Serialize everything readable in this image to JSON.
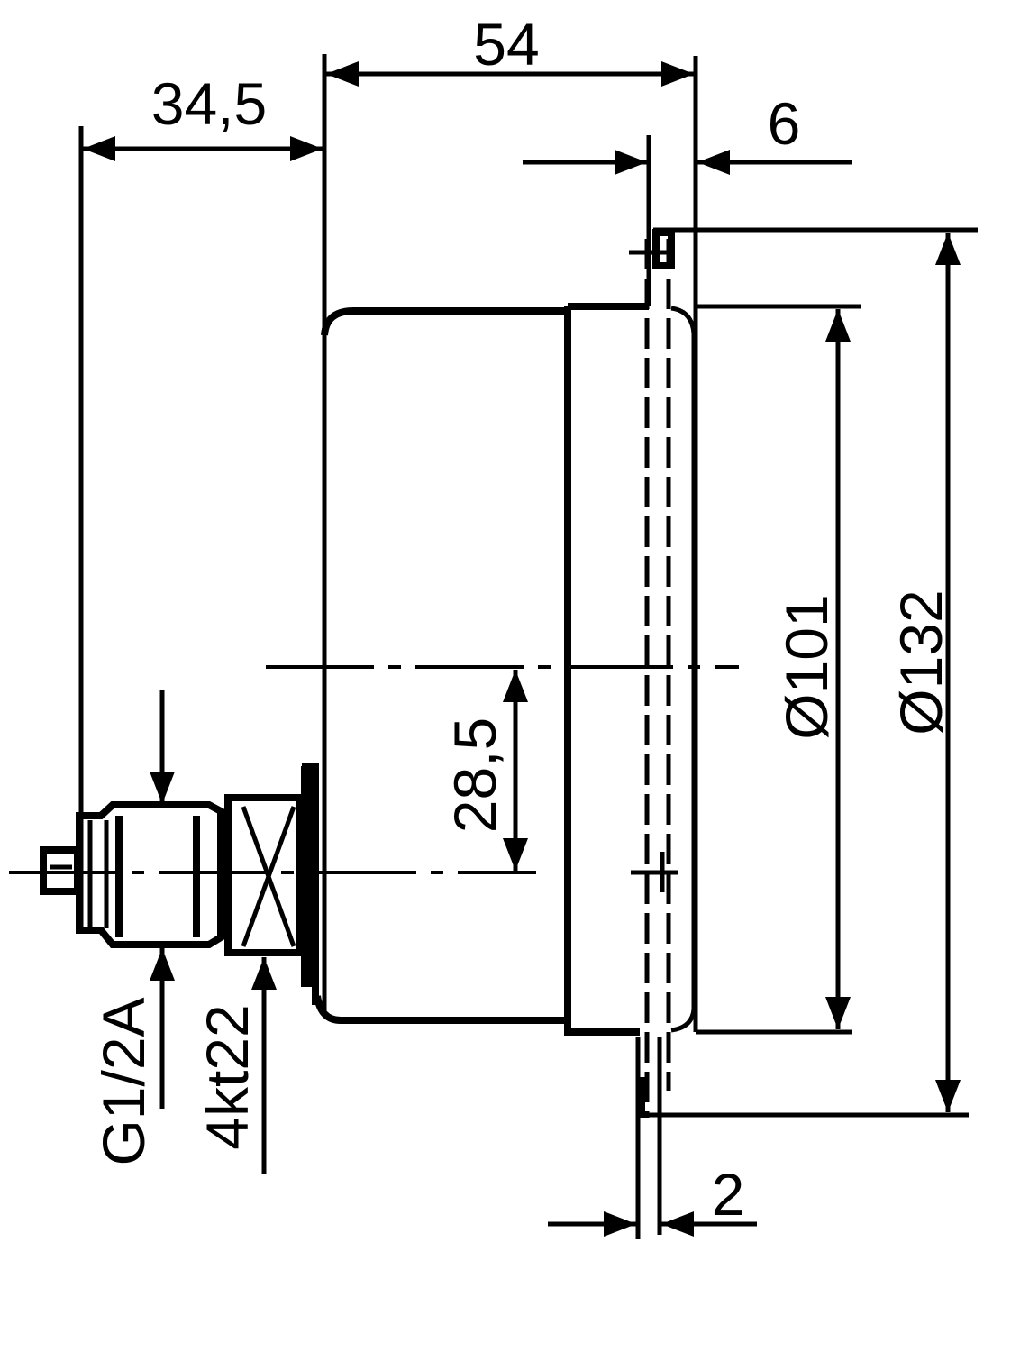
{
  "dimensions": {
    "overall_depth": "54",
    "connection_offset": "34,5",
    "flange_thickness": "6",
    "case_diameter": "Ø101",
    "flange_diameter": "Ø132",
    "center_offset": "28,5",
    "thread": "G1/2A",
    "wrench_size": "4kt22",
    "flange_plate": "2"
  },
  "colors": {
    "line": "#000000",
    "background": "#ffffff"
  }
}
